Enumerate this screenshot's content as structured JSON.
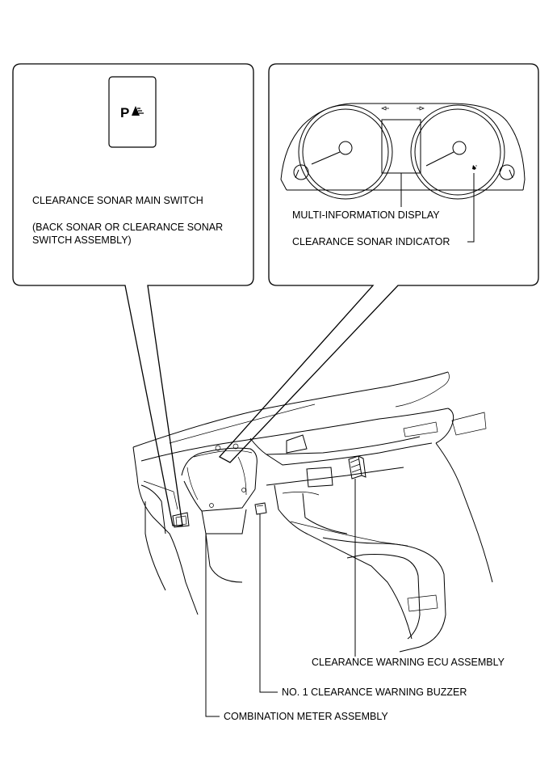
{
  "switch_icon": {
    "glyph": "P",
    "icon": "parking-sonar-icon"
  },
  "labels": {
    "main_switch": "CLEARANCE SONAR MAIN SWITCH",
    "switch_assembly_line1": "(BACK SONAR OR CLEARANCE SONAR",
    "switch_assembly_line2": "SWITCH ASSEMBLY)",
    "multi_display": "MULTI-INFORMATION DISPLAY",
    "sonar_indicator": "CLEARANCE SONAR INDICATOR",
    "warning_ecu": "CLEARANCE WARNING ECU ASSEMBLY",
    "buzzer": "NO. 1 CLEARANCE WARNING BUZZER",
    "combination_meter": "COMBINATION METER ASSEMBLY"
  }
}
